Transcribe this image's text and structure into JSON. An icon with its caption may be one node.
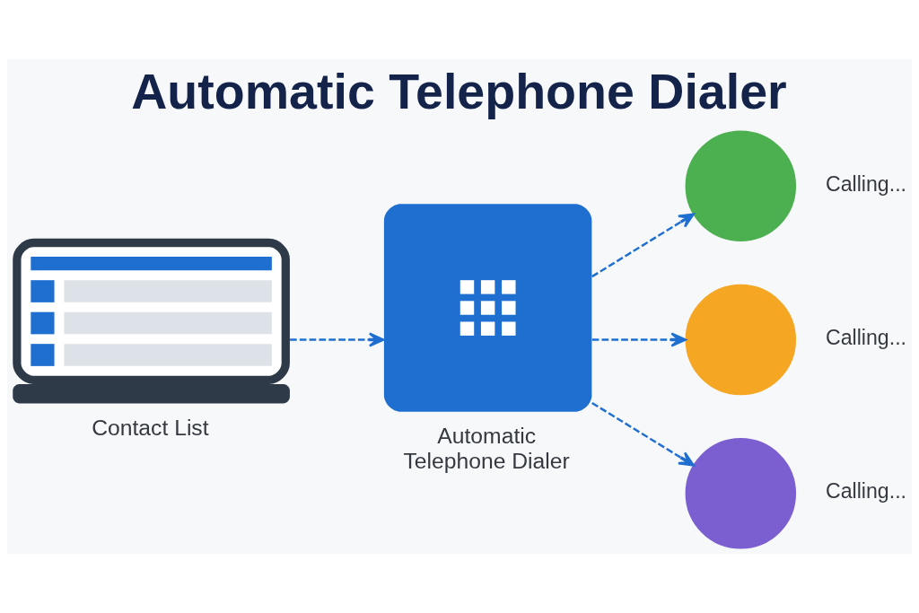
{
  "diagram": {
    "title": "Automatic Telephone Dialer",
    "nodes": [
      {
        "text": [
          "Contact List"
        ]
      },
      {
        "text": [
          "Automatic Telephone Dialer"
        ]
      },
      {
        "text": [],
        "shape": "circle",
        "beside": [
          "Calling..."
        ]
      },
      {
        "text": [],
        "shape": "circle",
        "beside": [
          "Calling..."
        ]
      },
      {
        "text": [],
        "shape": "circle",
        "beside": [
          "Calling..."
        ]
      }
    ],
    "edges": [
      {
        "from": 0,
        "to": 1,
        "arrow": "to",
        "style": "dashed"
      },
      {
        "from": 1,
        "to": 2,
        "arrow": "to",
        "style": "dashed"
      },
      {
        "from": 1,
        "to": 3,
        "arrow": "to",
        "style": "dashed"
      },
      {
        "from": 1,
        "to": 4,
        "arrow": "to",
        "style": "dashed"
      }
    ]
  }
}
